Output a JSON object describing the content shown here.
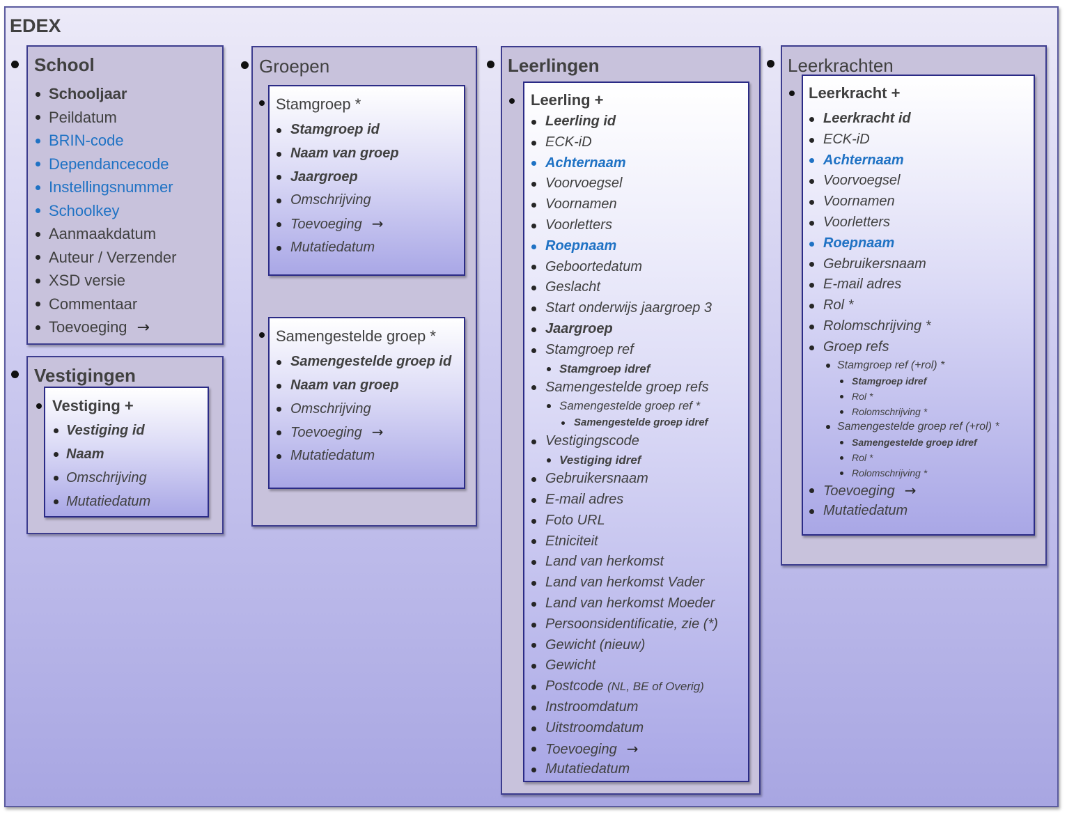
{
  "title": "EDEX",
  "school": {
    "title": "School",
    "items": [
      {
        "label": "Schooljaar",
        "style": "bold"
      },
      {
        "label": "Peildatum",
        "style": "plain"
      },
      {
        "label": "BRIN-code",
        "style": "blue"
      },
      {
        "label": "Dependancecode",
        "style": "blue"
      },
      {
        "label": "Instellingsnummer",
        "style": "blue"
      },
      {
        "label": "Schoolkey",
        "style": "blue"
      },
      {
        "label": "Aanmaakdatum",
        "style": "plain"
      },
      {
        "label": "Auteur / Verzender",
        "style": "plain"
      },
      {
        "label": "XSD versie",
        "style": "plain"
      },
      {
        "label": "Commentaar",
        "style": "plain"
      },
      {
        "label": "Toevoeging",
        "style": "plain",
        "arrow": "→"
      }
    ]
  },
  "vestigingen": {
    "title": "Vestigingen",
    "box_title": "Vestiging +",
    "items": [
      {
        "label": "Vestiging id",
        "style": "bold-italic"
      },
      {
        "label": "Naam",
        "style": "bold-italic"
      },
      {
        "label": "Omschrijving",
        "style": "italic"
      },
      {
        "label": "Mutatiedatum",
        "style": "italic"
      }
    ]
  },
  "groepen": {
    "title": "Groepen",
    "stamgroep": {
      "title": "Stamgroep *",
      "items": [
        {
          "label": "Stamgroep id",
          "style": "bold-italic"
        },
        {
          "label": "Naam van groep",
          "style": "bold-italic"
        },
        {
          "label": "Jaargroep",
          "style": "bold-italic"
        },
        {
          "label": "Omschrijving",
          "style": "italic"
        },
        {
          "label": "Toevoeging",
          "style": "italic",
          "arrow": "→"
        },
        {
          "label": "Mutatiedatum",
          "style": "italic"
        }
      ]
    },
    "samengestelde": {
      "title": "Samengestelde groep *",
      "items": [
        {
          "label": "Samengestelde groep id",
          "style": "bold-italic"
        },
        {
          "label": "Naam van groep",
          "style": "bold-italic"
        },
        {
          "label": "Omschrijving",
          "style": "italic"
        },
        {
          "label": "Toevoeging",
          "style": "italic",
          "arrow": "→"
        },
        {
          "label": "Mutatiedatum",
          "style": "italic"
        }
      ]
    }
  },
  "leerlingen": {
    "title": "Leerlingen",
    "box_title": "Leerling +",
    "items": [
      {
        "label": "Leerling id",
        "style": "bold-italic",
        "level": 1
      },
      {
        "label": "ECK-iD",
        "style": "italic",
        "level": 1
      },
      {
        "label": "Achternaam",
        "style": "blue-bold-italic",
        "level": 1
      },
      {
        "label": "Voorvoegsel",
        "style": "italic",
        "level": 1
      },
      {
        "label": "Voornamen",
        "style": "italic",
        "level": 1
      },
      {
        "label": "Voorletters",
        "style": "italic",
        "level": 1
      },
      {
        "label": "Roepnaam",
        "style": "blue-bold-italic",
        "level": 1
      },
      {
        "label": "Geboortedatum",
        "style": "italic",
        "level": 1
      },
      {
        "label": "Geslacht",
        "style": "italic",
        "level": 1
      },
      {
        "label": "Start onderwijs jaargroep 3",
        "style": "italic",
        "level": 1
      },
      {
        "label": "Jaargroep",
        "style": "bold-italic",
        "level": 1
      },
      {
        "label": "Stamgroep ref",
        "style": "italic",
        "level": 1
      },
      {
        "label": "Stamgroep idref",
        "style": "bold-italic",
        "level": 2
      },
      {
        "label": "Samengestelde groep refs",
        "style": "italic",
        "level": 1
      },
      {
        "label": "Samengestelde groep ref *",
        "style": "italic",
        "level": 2
      },
      {
        "label": "Samengestelde groep idref",
        "style": "bold-italic",
        "level": 3
      },
      {
        "label": "Vestigingscode",
        "style": "italic",
        "level": 1
      },
      {
        "label": "Vestiging idref",
        "style": "bold-italic",
        "level": 2
      },
      {
        "label": "Gebruikersnaam",
        "style": "italic",
        "level": 1
      },
      {
        "label": "E-mail adres",
        "style": "italic",
        "level": 1
      },
      {
        "label": "Foto URL",
        "style": "italic",
        "level": 1
      },
      {
        "label": "Etniciteit",
        "style": "italic",
        "level": 1
      },
      {
        "label": "Land van herkomst",
        "style": "italic",
        "level": 1
      },
      {
        "label": "Land van herkomst Vader",
        "style": "italic",
        "level": 1
      },
      {
        "label": "Land van herkomst Moeder",
        "style": "italic",
        "level": 1
      },
      {
        "label": "Persoonsidentificatie, zie (*)",
        "style": "italic",
        "level": 1
      },
      {
        "label": "Gewicht (nieuw)",
        "style": "italic",
        "level": 1
      },
      {
        "label": "Gewicht",
        "style": "italic",
        "level": 1
      },
      {
        "label": "Postcode",
        "note": "(NL, BE of Overig)",
        "style": "italic",
        "level": 1
      },
      {
        "label": "Instroomdatum",
        "style": "italic",
        "level": 1
      },
      {
        "label": "Uitstroomdatum",
        "style": "italic",
        "level": 1
      },
      {
        "label": "Toevoeging",
        "style": "italic",
        "level": 1,
        "arrow": "→"
      },
      {
        "label": "Mutatiedatum",
        "style": "italic",
        "level": 1
      }
    ]
  },
  "leerkrachten": {
    "title": "Leerkrachten",
    "box_title": "Leerkracht +",
    "items": [
      {
        "label": "Leerkracht id",
        "style": "bold-italic",
        "level": 1
      },
      {
        "label": "ECK-iD",
        "style": "italic",
        "level": 1
      },
      {
        "label": "Achternaam",
        "style": "blue-bold-italic",
        "level": 1
      },
      {
        "label": "Voorvoegsel",
        "style": "italic",
        "level": 1
      },
      {
        "label": "Voornamen",
        "style": "italic",
        "level": 1
      },
      {
        "label": "Voorletters",
        "style": "italic",
        "level": 1
      },
      {
        "label": "Roepnaam",
        "style": "blue-bold-italic",
        "level": 1
      },
      {
        "label": "Gebruikersnaam",
        "style": "italic",
        "level": 1
      },
      {
        "label": "E-mail adres",
        "style": "italic",
        "level": 1
      },
      {
        "label": "Rol *",
        "style": "italic",
        "level": 1
      },
      {
        "label": "Rolomschrijving *",
        "style": "italic",
        "level": 1
      },
      {
        "label": "Groep refs",
        "style": "italic",
        "level": 1
      },
      {
        "label": "Stamgroep ref (+rol) *",
        "style": "italic",
        "level": 2
      },
      {
        "label": "Stamgroep idref",
        "style": "bold-italic",
        "level": 3
      },
      {
        "label": "Rol *",
        "style": "italic",
        "level": 3
      },
      {
        "label": "Rolomschrijving *",
        "style": "italic",
        "level": 3
      },
      {
        "label": "Samengestelde groep ref (+rol) *",
        "style": "italic",
        "level": 2
      },
      {
        "label": "Samengestelde groep idref",
        "style": "bold-italic",
        "level": 3
      },
      {
        "label": "Rol *",
        "style": "italic",
        "level": 3
      },
      {
        "label": "Rolomschrijving *",
        "style": "italic",
        "level": 3
      },
      {
        "label": "Toevoeging",
        "style": "italic",
        "level": 1,
        "arrow": "→"
      },
      {
        "label": "Mutatiedatum",
        "style": "italic",
        "level": 1
      }
    ]
  }
}
